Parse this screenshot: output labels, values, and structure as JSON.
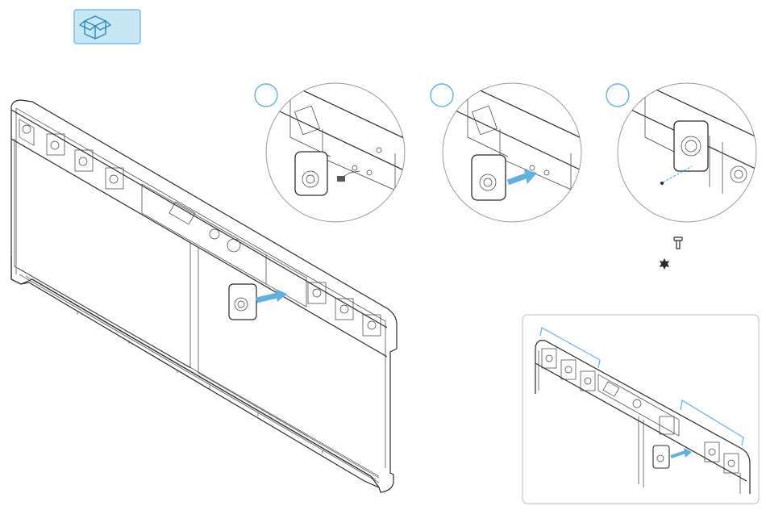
{
  "colors": {
    "accent": "#5fb2e0",
    "accent_light": "#c7e6f6",
    "line": "#2b2b2b",
    "panel_border": "#bdbdbd"
  },
  "icons": {
    "package": "open-box-icon",
    "screw": "screw-icon",
    "torx": "torx-bit-icon"
  },
  "steps": [
    {
      "id": 1,
      "label": ""
    },
    {
      "id": 2,
      "label": ""
    },
    {
      "id": 3,
      "label": ""
    }
  ]
}
